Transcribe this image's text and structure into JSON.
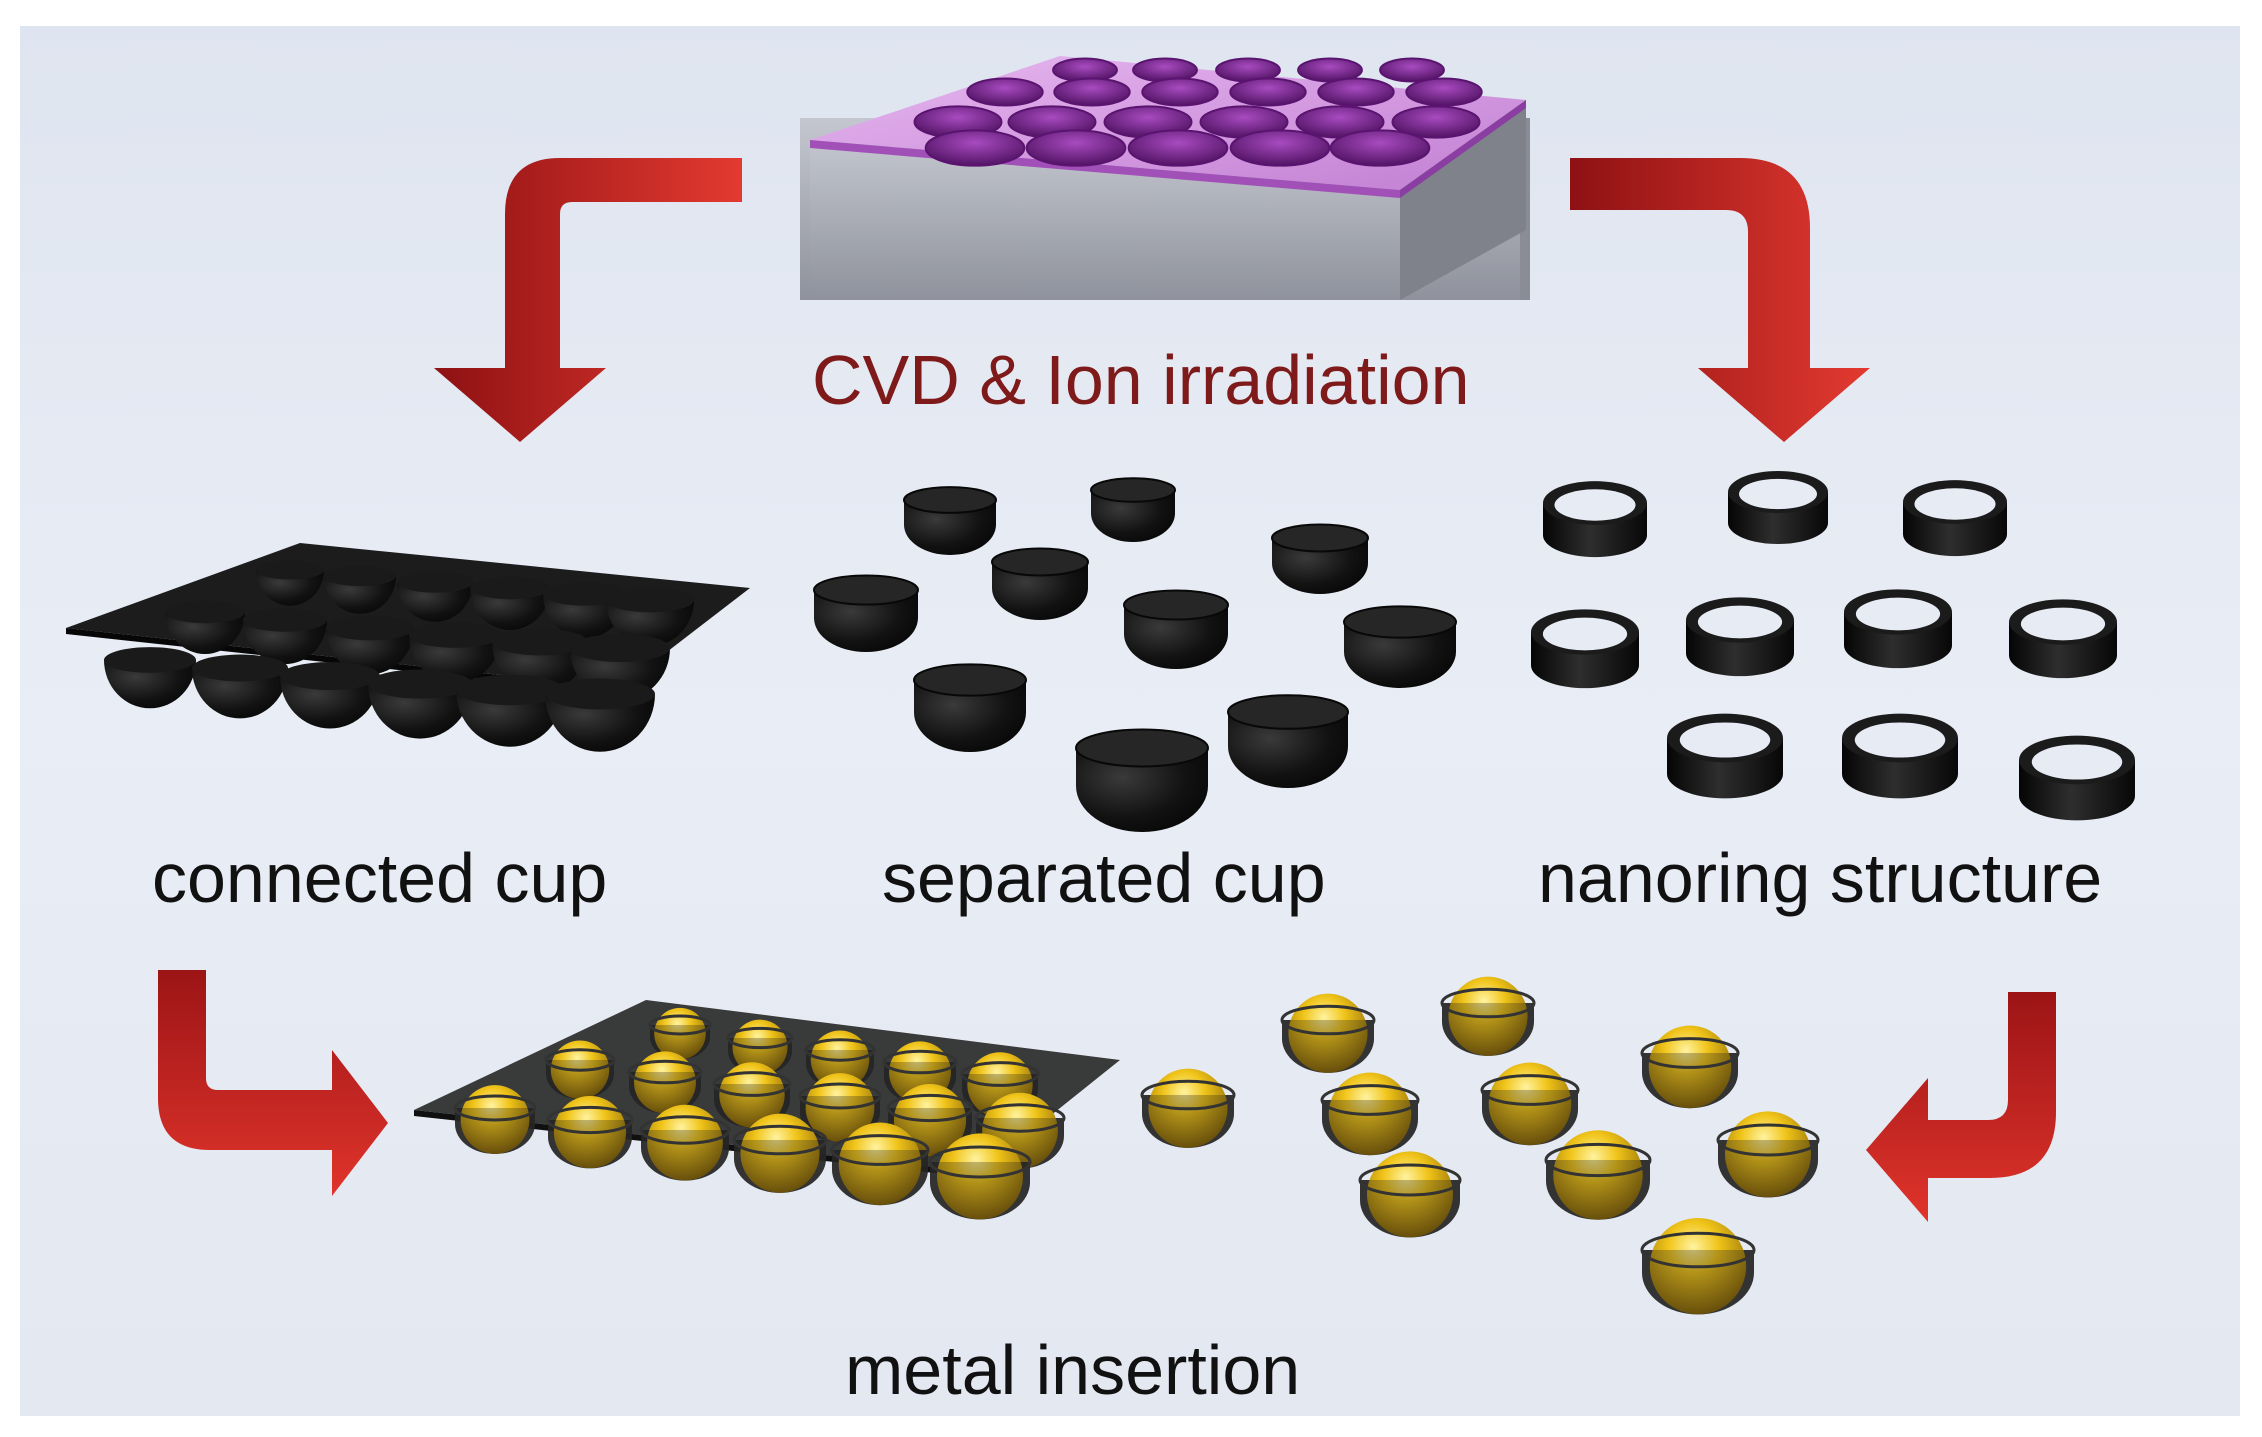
{
  "labels": {
    "process": "CVD & Ion irradiation",
    "connected": "connected cup",
    "separated": "separated cup",
    "nanoring": "nanoring structure",
    "metal": "metal insertion"
  },
  "colors": {
    "background": "#e6ebf4",
    "arrow_red": "#c8201e",
    "template_top": "#cf8fdd",
    "template_hole": "#6a1e80",
    "template_side": "#a9acb6",
    "cup_black": "#0d0d0d",
    "gold": "#e1b00d",
    "label_dark": "#111111",
    "label_red": "#7e1a1a"
  },
  "icons": [
    "template-icon",
    "connected-cup-icon",
    "separated-cup-icon",
    "nanoring-icon",
    "gold-filled-cup-icon",
    "arrow-icon"
  ]
}
